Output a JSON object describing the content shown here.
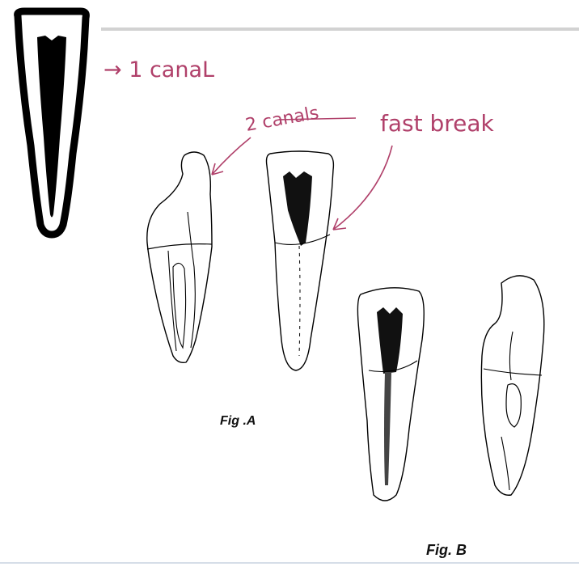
{
  "annotations": {
    "one_canal": "→ 1 canaL",
    "two_canals": "2 canals",
    "fast_break": "fast break"
  },
  "figures": {
    "fig_a": "Fig .A",
    "fig_b": "Fig. B"
  },
  "colors": {
    "ink": "#111111",
    "annotation": "#b0406a",
    "divider": "#cfcfcf"
  }
}
